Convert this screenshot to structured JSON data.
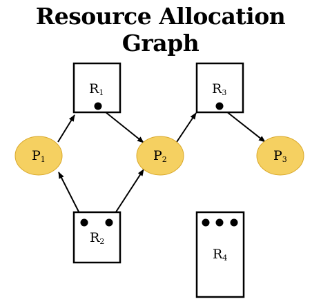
{
  "title": "Resource Allocation Graph",
  "colors": {
    "process_fill": "#F5D061",
    "process_stroke": "#D9A82B",
    "edge": "#000000",
    "instance_dot": "#000000"
  },
  "processes": [
    {
      "id": "P1",
      "letter": "P",
      "sub": "1"
    },
    {
      "id": "P2",
      "letter": "P",
      "sub": "2"
    },
    {
      "id": "P3",
      "letter": "P",
      "sub": "3"
    }
  ],
  "resources": [
    {
      "id": "R1",
      "letter": "R",
      "sub": "1",
      "instances": 1
    },
    {
      "id": "R2",
      "letter": "R",
      "sub": "2",
      "instances": 2
    },
    {
      "id": "R3",
      "letter": "R",
      "sub": "3",
      "instances": 1
    },
    {
      "id": "R4",
      "letter": "R",
      "sub": "4",
      "instances": 3
    }
  ],
  "edges": [
    {
      "from": "P1",
      "to": "R1",
      "kind": "request"
    },
    {
      "from": "R1",
      "to": "P2",
      "kind": "assignment"
    },
    {
      "from": "P2",
      "to": "R3",
      "kind": "request"
    },
    {
      "from": "R3",
      "to": "P3",
      "kind": "assignment"
    },
    {
      "from": "R2",
      "to": "P1",
      "kind": "assignment"
    },
    {
      "from": "R2",
      "to": "P2",
      "kind": "assignment"
    }
  ]
}
